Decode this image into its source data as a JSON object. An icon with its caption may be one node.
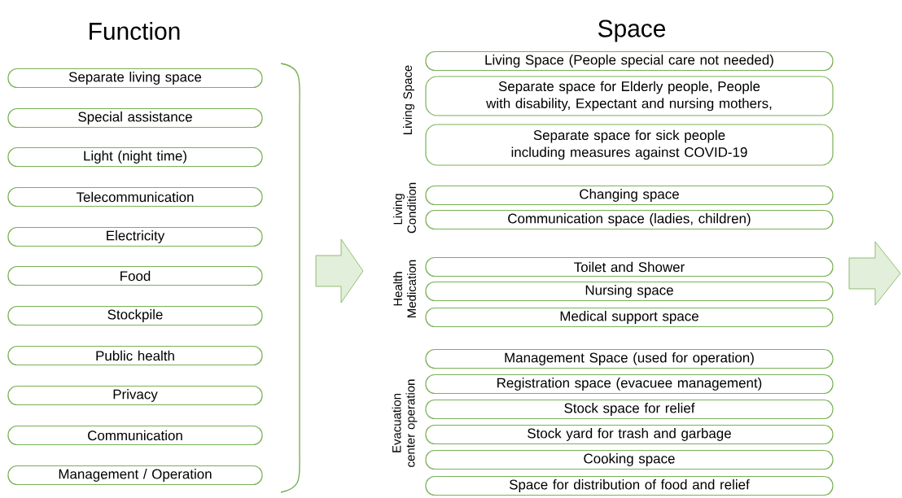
{
  "diagram": {
    "nodes": [
      {
        "text": [
          "Separate living space"
        ]
      },
      {
        "text": [
          "Special assistance"
        ]
      },
      {
        "text": [
          "Light (night time)"
        ]
      },
      {
        "text": [
          "Telecommunication"
        ]
      },
      {
        "text": [
          "Electricity"
        ]
      },
      {
        "text": [
          "Food"
        ]
      },
      {
        "text": [
          "Stockpile"
        ]
      },
      {
        "text": [
          "Public health"
        ]
      },
      {
        "text": [
          "Privacy"
        ]
      },
      {
        "text": [
          "Communication"
        ]
      },
      {
        "text": [
          "Management / Operation"
        ]
      },
      {
        "text": [
          "Living Space (People special care not needed)"
        ]
      },
      {
        "text": [
          "Separate space for Elderly people, People with disability, Expectant and nursing mothers,"
        ]
      },
      {
        "text": [
          "Separate space for sick people including measures against COVID-19"
        ]
      },
      {
        "text": [
          "Changing space"
        ]
      },
      {
        "text": [
          "Communication space (ladies, children)"
        ]
      },
      {
        "text": [
          "Toilet and Shower"
        ]
      },
      {
        "text": [
          "Nursing space"
        ]
      },
      {
        "text": [
          "Medical support space"
        ]
      },
      {
        "text": [
          "Management Space (used for operation)"
        ]
      },
      {
        "text": [
          "Registration space (evacuee management)"
        ]
      },
      {
        "text": [
          "Stock space for relief"
        ]
      },
      {
        "text": [
          "Stock yard for trash and garbage"
        ]
      },
      {
        "text": [
          "Cooking space"
        ]
      },
      {
        "text": [
          "Space for distribution of food and relief"
        ]
      }
    ],
    "labels": [
      "Function",
      "Space",
      "Living Space",
      "Living Condition",
      "Health Medication",
      "Evacuation center operation"
    ]
  }
}
